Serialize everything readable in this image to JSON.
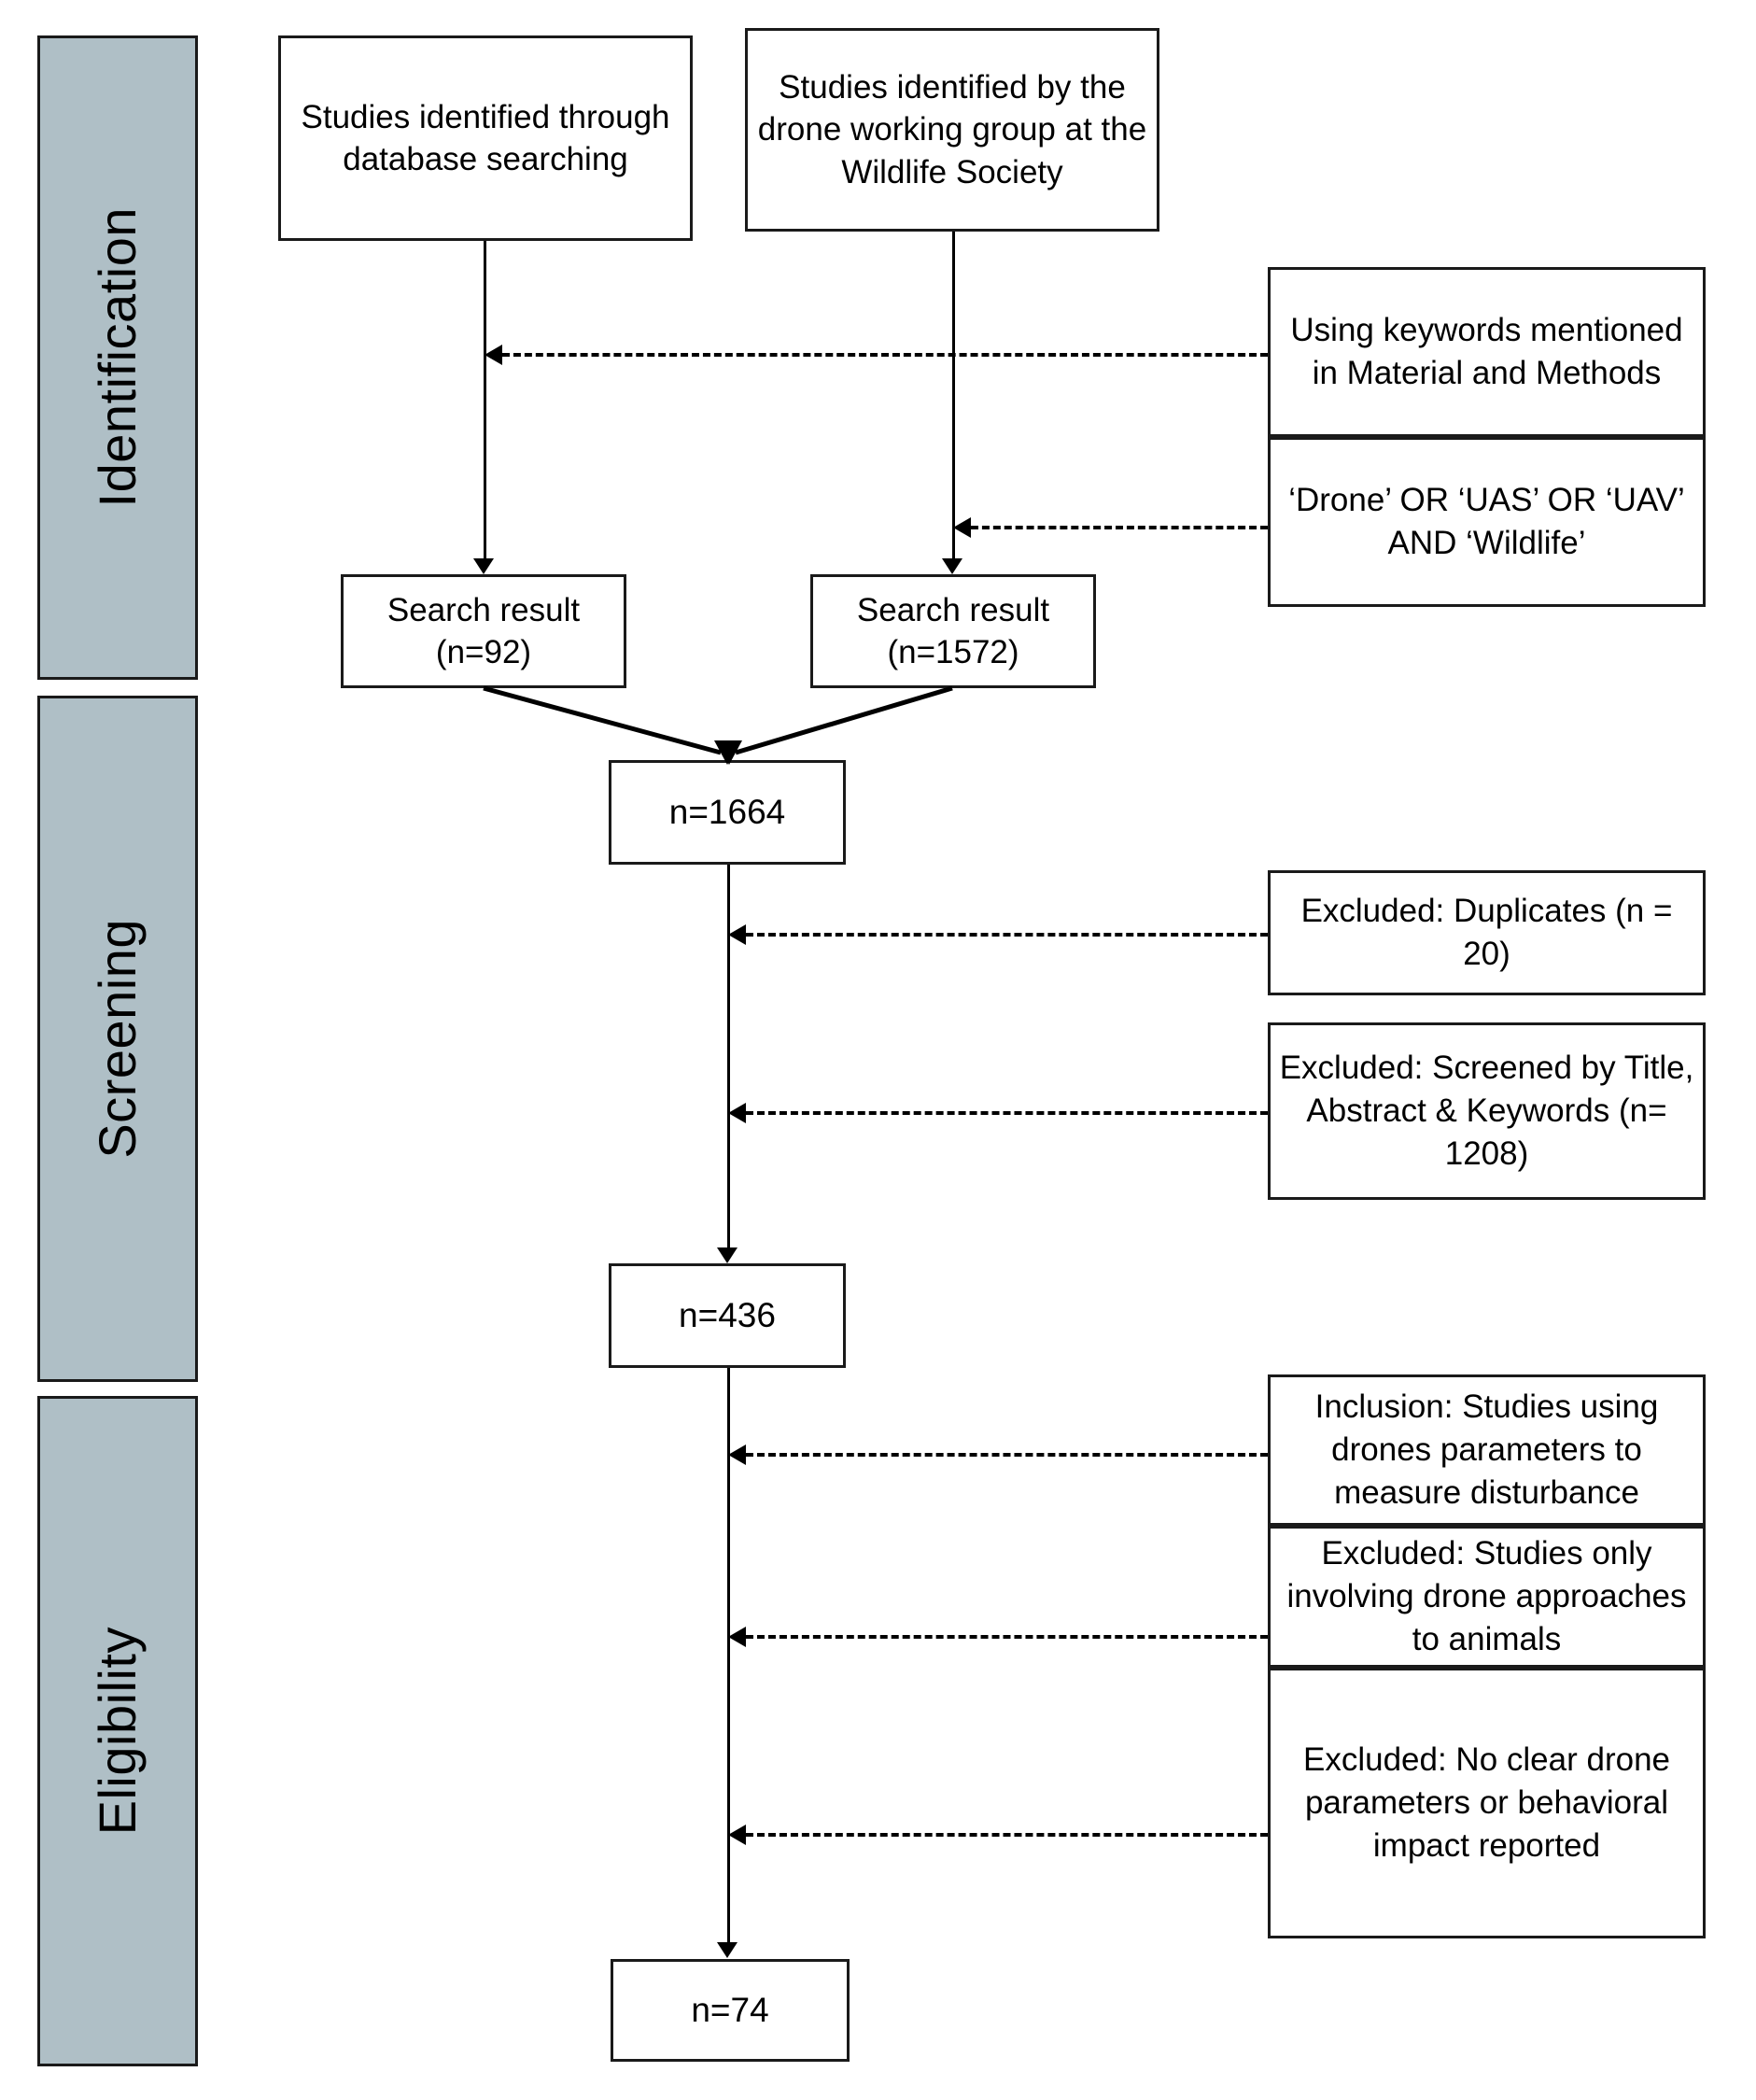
{
  "diagram": {
    "type": "prisma-flow-diagram",
    "phases": [
      {
        "id": "identification",
        "label": "Identification"
      },
      {
        "id": "screening",
        "label": "Screening"
      },
      {
        "id": "eligibility",
        "label": "Eligibility"
      }
    ],
    "sources": [
      {
        "id": "database-search",
        "label": "Studies identified through database searching"
      },
      {
        "id": "drone-working-group",
        "label": "Studies identified by the drone working group at the Wildlife Society"
      }
    ],
    "search_results": [
      {
        "id": "search-result-database",
        "label": "Search result (n=92)",
        "n": 92
      },
      {
        "id": "search-result-working-group",
        "label": "Search result (n=1572)",
        "n": 1572
      }
    ],
    "counts": [
      {
        "id": "combined-records",
        "label": "n=1664",
        "n": 1664
      },
      {
        "id": "after-screening",
        "label": "n=436",
        "n": 436
      },
      {
        "id": "included-studies",
        "label": "n=74",
        "n": 74
      }
    ],
    "annotations": [
      {
        "id": "keywords-material-methods",
        "label": "Using keywords mentioned in Material and Methods",
        "phase": "identification"
      },
      {
        "id": "search-string",
        "label": "‘Drone’ OR ‘UAS’ OR ‘UAV’ AND ‘Wildlife’",
        "phase": "identification"
      },
      {
        "id": "excluded-duplicates",
        "label": "Excluded: Duplicates (n = 20)",
        "phase": "screening",
        "n": 20
      },
      {
        "id": "excluded-title-abstract-keywords",
        "label": "Excluded: Screened by Title, Abstract & Keywords (n= 1208)",
        "phase": "screening",
        "n": 1208
      },
      {
        "id": "inclusion-drone-parameters",
        "label": "Inclusion: Studies using drones parameters to measure disturbance",
        "phase": "eligibility"
      },
      {
        "id": "excluded-approach-only",
        "label": "Excluded: Studies only involving drone approaches to animals",
        "phase": "eligibility"
      },
      {
        "id": "excluded-no-clear-parameters",
        "label": "Excluded: No clear drone parameters or behavioral impact reported",
        "phase": "eligibility"
      }
    ],
    "colors": {
      "phase_bar_fill": "#afbfc6",
      "stroke": "#1a1a1a",
      "connector": "#000000",
      "background": "#ffffff"
    }
  }
}
